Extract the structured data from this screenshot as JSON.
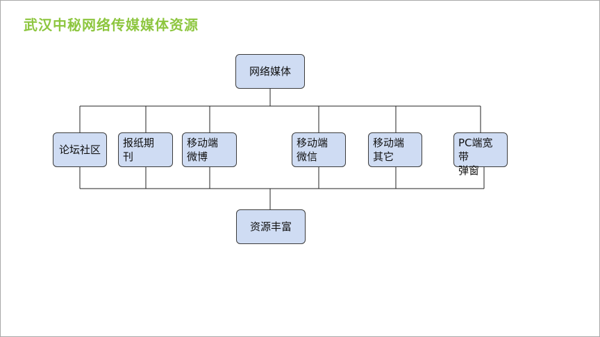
{
  "title": "武汉中秘网络传媒媒体资源",
  "diagram": {
    "root": "网络媒体",
    "channels": [
      "论坛社区",
      "报纸期\n刊",
      "移动端\n微博",
      "移动端\n微信",
      "移动端\n其它",
      "PC端宽带\n弹窗"
    ],
    "result": "资源丰富"
  }
}
